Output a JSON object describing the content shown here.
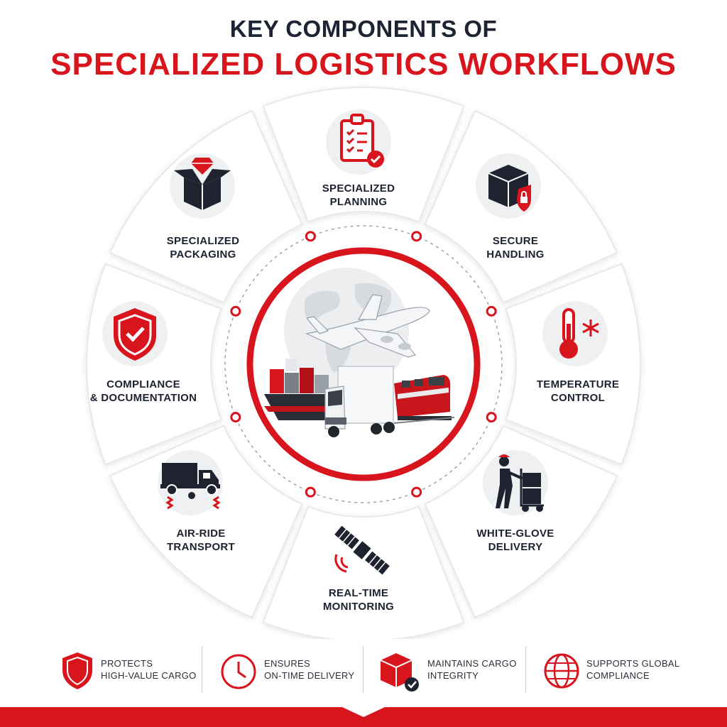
{
  "title": {
    "line1": "KEY COMPONENTS OF",
    "line2": "SPECIALIZED LOGISTICS WORKFLOWS"
  },
  "colors": {
    "accent": "#d8141c",
    "dark": "#1d2333",
    "ring": "#e7e8ea"
  },
  "components": [
    {
      "icon": "clipboard-check-icon",
      "line1": "SPECIALIZED",
      "line2": "PLANNING"
    },
    {
      "icon": "box-lock-icon",
      "line1": "SECURE",
      "line2": "HANDLING"
    },
    {
      "icon": "thermometer-snowflake-icon",
      "line1": "TEMPERATURE",
      "line2": "CONTROL"
    },
    {
      "icon": "worker-handtruck-icon",
      "line1": "WHITE-GLOVE",
      "line2": "DELIVERY"
    },
    {
      "icon": "satellite-icon",
      "line1": "REAL-TIME",
      "line2": "MONITORING"
    },
    {
      "icon": "air-ride-truck-icon",
      "line1": "AIR-RIDE",
      "line2": "TRANSPORT"
    },
    {
      "icon": "shield-check-icon",
      "line1": "COMPLIANCE",
      "line2": "& DOCUMENTATION"
    },
    {
      "icon": "box-diamond-icon",
      "line1": "SPECIALIZED",
      "line2": "PACKAGING"
    }
  ],
  "center": {
    "icon": "transport-modes-globe-icon"
  },
  "benefits": [
    {
      "icon": "shield-icon",
      "line1": "PROTECTS",
      "line2": "HIGH-VALUE CARGO"
    },
    {
      "icon": "clock-icon",
      "line1": "ENSURES",
      "line2": "ON-TIME DELIVERY"
    },
    {
      "icon": "box-check-icon",
      "line1": "MAINTAINS CARGO",
      "line2": "INTEGRITY"
    },
    {
      "icon": "globe-icon",
      "line1": "SUPPORTS GLOBAL",
      "line2": "COMPLIANCE"
    }
  ]
}
